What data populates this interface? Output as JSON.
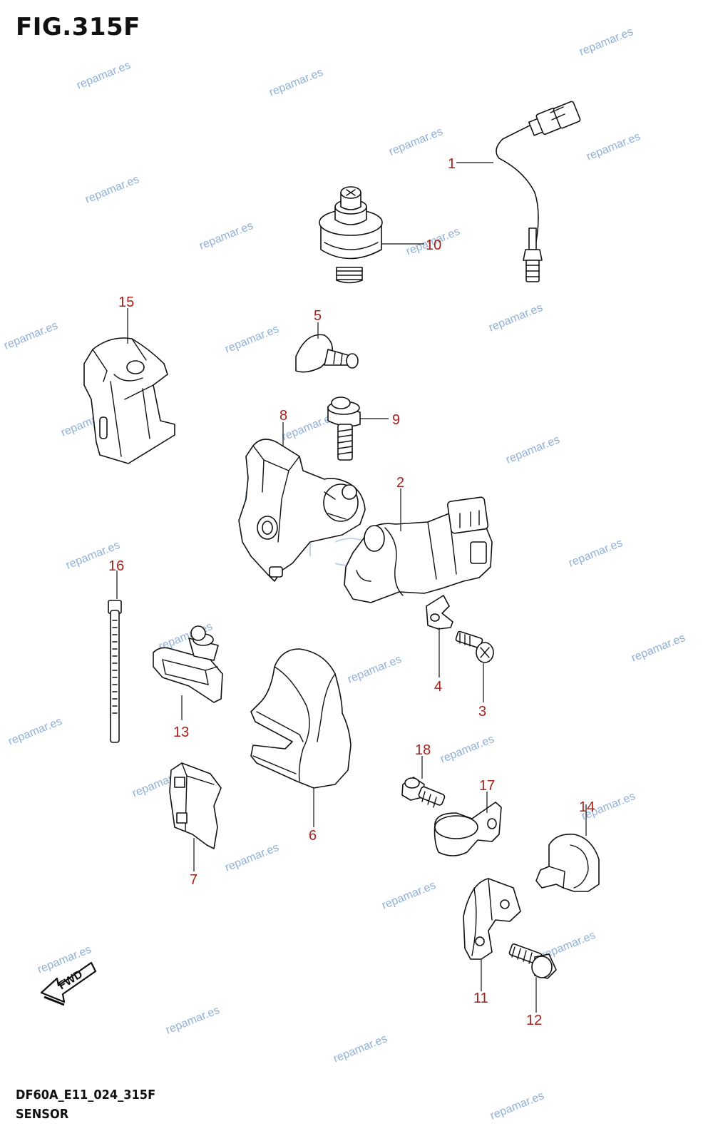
{
  "figure": {
    "title": "FIG.315F"
  },
  "footer": {
    "model_code": "DF60A_E11_024_315F",
    "section": "SENSOR"
  },
  "watermark": {
    "text": "repamar.es",
    "color": "#8fb0d8"
  },
  "fwd_label": "FWD",
  "callout_color": "#a8201a",
  "callouts": {
    "n1": "1",
    "n2": "2",
    "n3": "3",
    "n4": "4",
    "n5": "5",
    "n6": "6",
    "n7": "7",
    "n8": "8",
    "n9": "9",
    "n10": "10",
    "n11": "11",
    "n12": "12",
    "n13": "13",
    "n14": "14",
    "n15": "15",
    "n16": "16",
    "n17": "17",
    "n18": "18"
  }
}
